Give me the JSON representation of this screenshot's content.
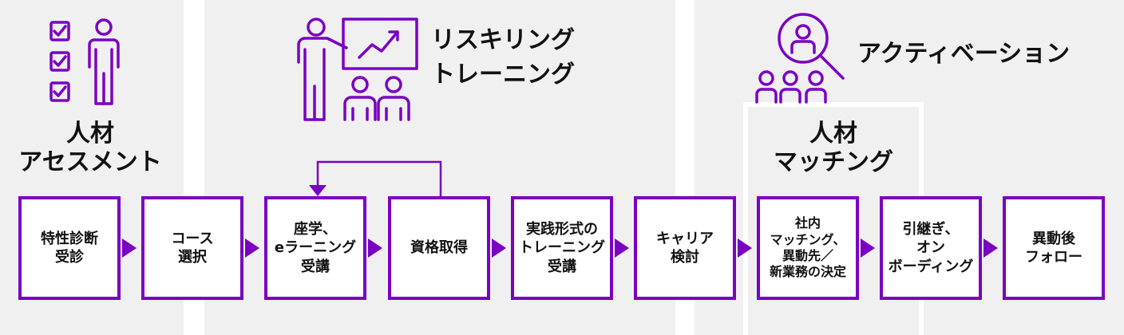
{
  "sections": {
    "assessment": {
      "title_line1": "人材",
      "title_line2": "アセスメント"
    },
    "reskilling": {
      "title_line1": "リスキリング",
      "title_line2": "トレーニング"
    },
    "activation": {
      "title": "アクティベーション"
    },
    "matching": {
      "title_line1": "人材",
      "title_line2": "マッチング"
    }
  },
  "steps": [
    {
      "label": "特性診断\n受診"
    },
    {
      "label": "コース\n選択"
    },
    {
      "label": "座学、\neラーニング\n受講"
    },
    {
      "label": "資格取得"
    },
    {
      "label": "実践形式の\nトレーニング\n受講"
    },
    {
      "label": "キャリア\n検討"
    },
    {
      "label": "社内\nマッチング、\n異動先／\n新業務の決定"
    },
    {
      "label": "引継ぎ、\nオン\nボーディング"
    },
    {
      "label": "異動後\nフォロー"
    }
  ],
  "icons": {
    "assessment": "checklist-person-icon",
    "reskilling": "presenter-board-icon",
    "activation": "search-people-icon"
  },
  "colors": {
    "accent": "#7a00c2",
    "background": "#f0f0f0",
    "divider": "#ffffff"
  }
}
